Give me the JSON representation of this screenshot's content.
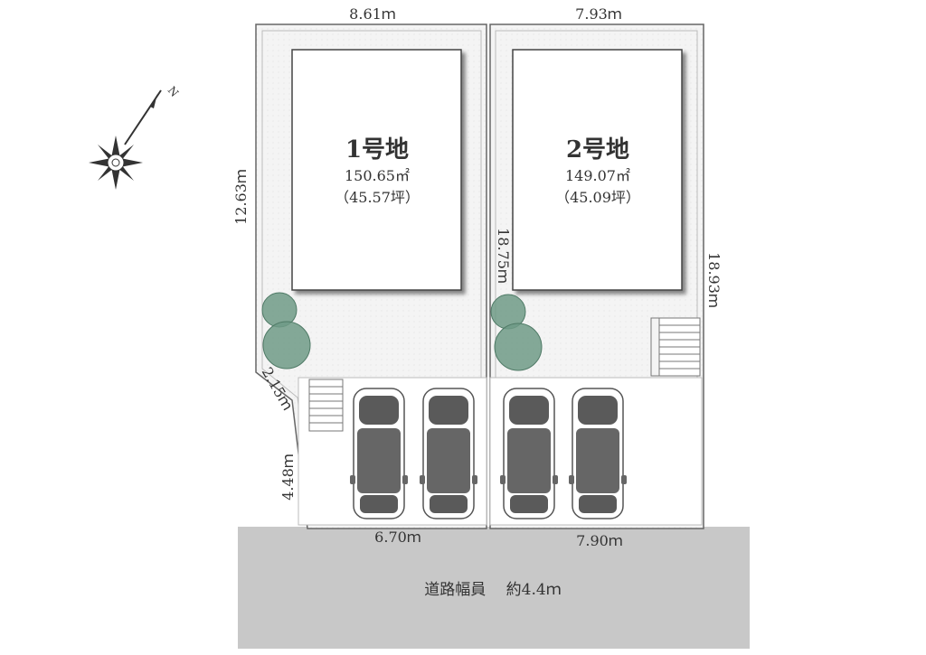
{
  "compass": {
    "north_label": "N",
    "icon": "compass-rose-icon"
  },
  "lots": [
    {
      "title": "1号地",
      "area": "150.65㎡",
      "tsubo": "（45.57坪）"
    },
    {
      "title": "2号地",
      "area": "149.07㎡",
      "tsubo": "（45.09坪）"
    }
  ],
  "dimensions": {
    "lot1_top": "8.61ｍ",
    "lot2_top": "7.93ｍ",
    "lot1_left": "12.63ｍ",
    "lot1_right": "18.75ｍ",
    "lot2_right": "18.93ｍ",
    "corner_cut": "2.15ｍ",
    "lot1_lower_left": "4.48ｍ",
    "lot1_frontage": "6.70ｍ",
    "lot2_frontage": "7.90ｍ"
  },
  "road": {
    "label": "道路幅員　 約4.4ｍ",
    "color": "#c8c8c8"
  },
  "colors": {
    "lot_fill": "#f3f3f3",
    "building": "#ffffff",
    "tree": "#6f9a86",
    "car": "#555555",
    "line": "#555555"
  }
}
